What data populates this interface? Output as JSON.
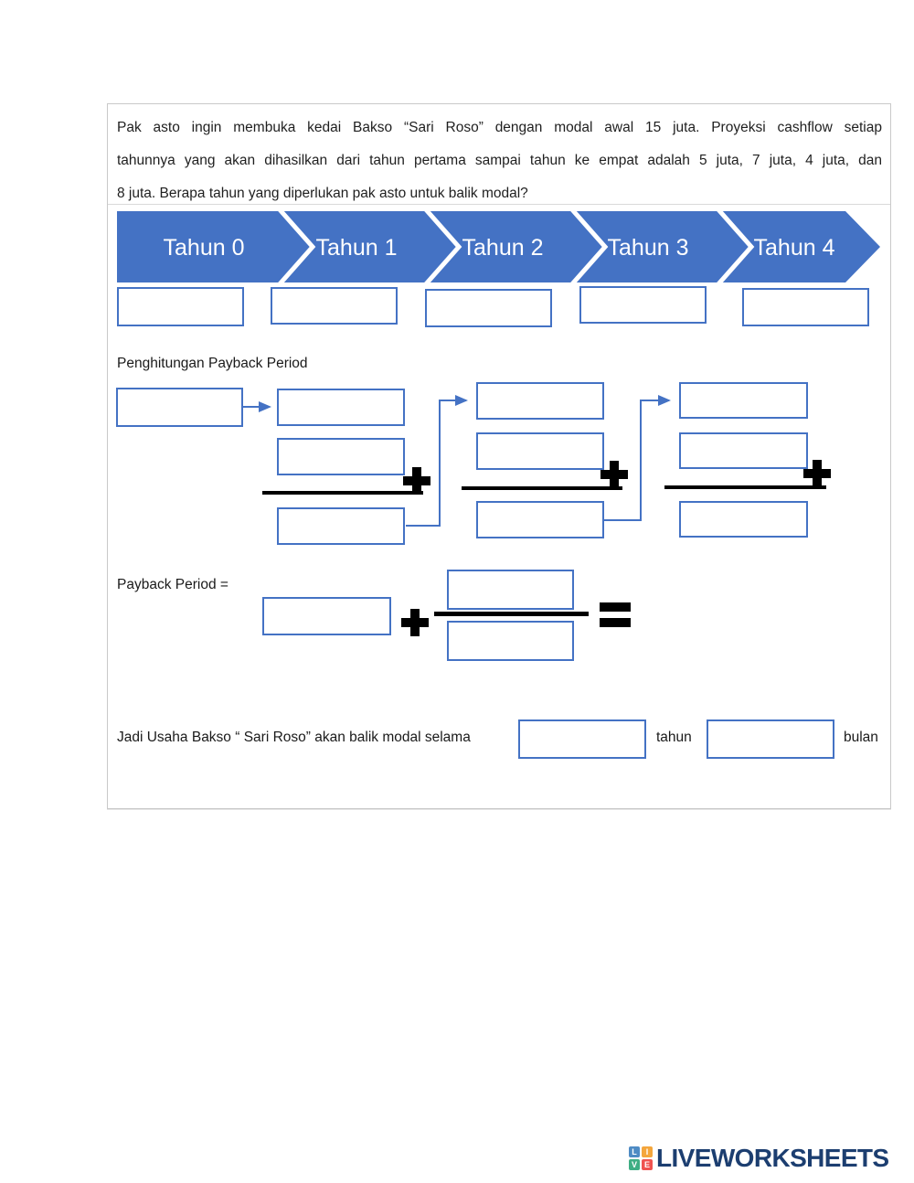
{
  "problem": {
    "lines": [
      "Pak asto ingin membuka kedai Bakso “Sari Roso” dengan modal awal 15 juta. Proyeksi cashflow setiap",
      "tahunnya yang akan dihasilkan dari tahun pertama sampai tahun ke empat adalah 5 juta, 7 juta, 4 juta, dan",
      "8 juta. Berapa tahun yang diperlukan pak asto untuk balik modal?"
    ]
  },
  "timeline": {
    "labels": [
      "Tahun 0",
      "Tahun 1",
      "Tahun 2",
      "Tahun 3",
      "Tahun 4"
    ]
  },
  "sections": {
    "calc_heading": "Penghitungan Payback Period",
    "payback_label": "Payback Period ="
  },
  "conclusion": {
    "prefix": "Jadi Usaha Bakso “ Sari Roso” akan balik modal selama",
    "unit1": "tahun",
    "unit2": "bulan"
  },
  "colors": {
    "chevron_blue": "#4472C4",
    "answer_box_border": "#4472C4",
    "connector_blue": "#4472C4",
    "operator_black": "#000000",
    "logo_navy": "#1c3e70",
    "logo_tile_blue": "#4e8bc4",
    "logo_tile_orange": "#f4a63c",
    "logo_tile_green": "#3fae84",
    "logo_tile_red": "#ef5350"
  },
  "logo": {
    "text": "LIVEWORKSHEETS",
    "tiles": [
      {
        "letter": "L"
      },
      {
        "letter": "I"
      },
      {
        "letter": "V"
      },
      {
        "letter": "E"
      }
    ]
  }
}
